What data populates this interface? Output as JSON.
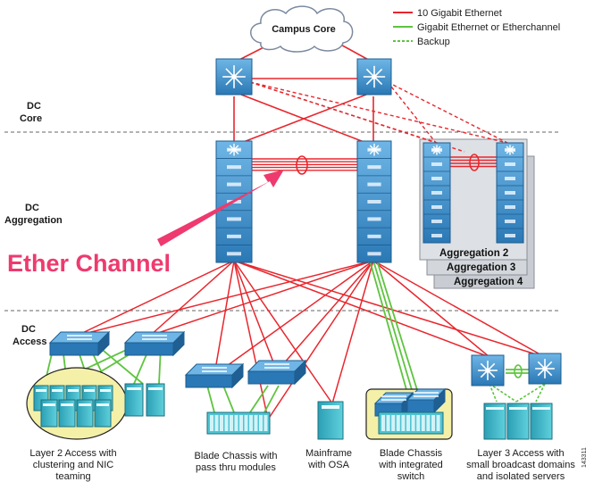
{
  "legend": {
    "ten_gig": "10 Gigabit Ethernet",
    "gig_or_etherchannel": "Gigabit Ethernet or Etherchannel",
    "backup": "Backup",
    "colors": {
      "ten_gig": "#e8262d",
      "gig": "#5ec43f",
      "backup": "#e8262d"
    }
  },
  "cloud_label": "Campus Core",
  "layers": {
    "core": [
      "DC",
      "Core"
    ],
    "aggregation": [
      "DC",
      "Aggregation"
    ],
    "access": [
      "DC",
      "Access"
    ]
  },
  "aggregation_stack": [
    "Aggregation 2",
    "Aggregation 3",
    "Aggregation 4"
  ],
  "callout": "Ether Channel",
  "captions": {
    "l2_access": [
      "Layer 2 Access with",
      "clustering and NIC",
      "teaming"
    ],
    "blade_pass": [
      "Blade Chassis with",
      "pass thru modules"
    ],
    "mainframe": [
      "Mainframe",
      "with OSA"
    ],
    "blade_integrated": [
      "Blade Chassis",
      "with integrated",
      "switch"
    ],
    "l3_access": [
      "Layer 3 Access with",
      "small broadcast domains",
      "and isolated servers"
    ]
  },
  "figure_id": "143311",
  "colors": {
    "switch_blue": "#3b8dc8",
    "accent_pink": "#ee3a6e",
    "server_cyan": "#3fb8c8",
    "highlight_yellow": "#f4f0a8"
  }
}
